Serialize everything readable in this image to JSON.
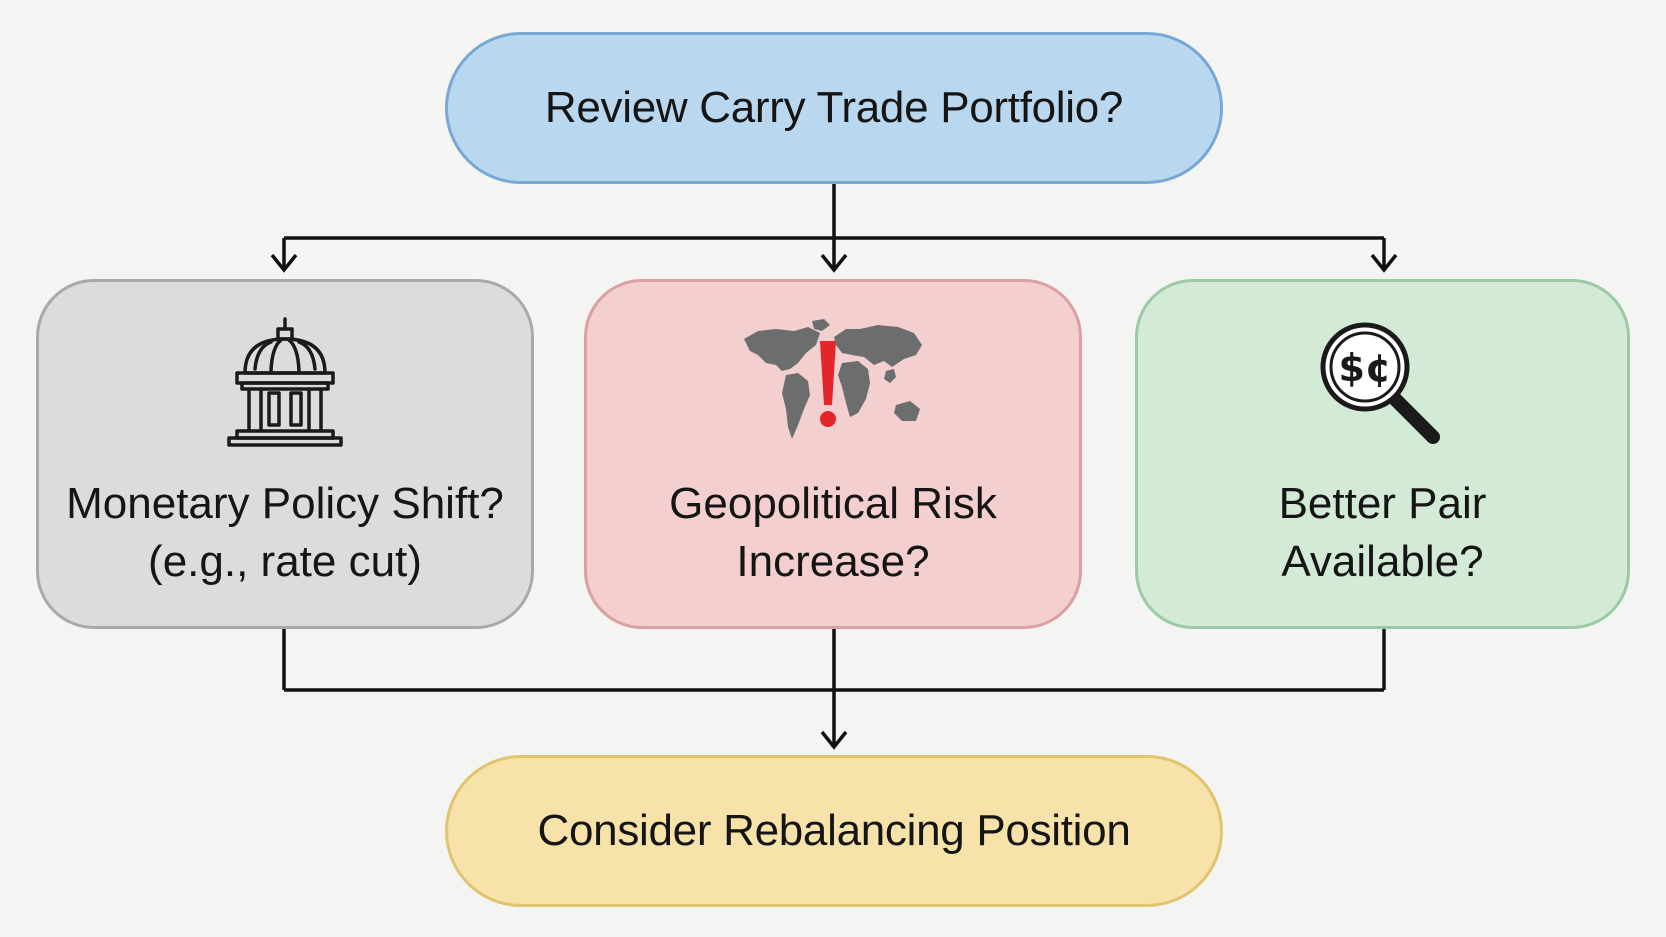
{
  "colors": {
    "background": "#f4f4f2",
    "connector": "#111111",
    "start_fill": "#b9d8ef",
    "start_border": "#79a8d6",
    "monetary_fill": "#dcdcdb",
    "monetary_border": "#a9a9a9",
    "geo_fill": "#f3cfcf",
    "geo_border": "#dba0a2",
    "pair_fill": "#d2ead6",
    "pair_border": "#9ccaa6",
    "end_fill": "#f7e3a9",
    "end_border": "#e2c470",
    "alert_red": "#e3262a"
  },
  "nodes": {
    "start": {
      "label": "Review Carry Trade Portfolio?"
    },
    "monetary": {
      "icon": "central-bank-building-icon",
      "label_line1": "Monetary Policy Shift?",
      "label_line2": "(e.g., rate cut)"
    },
    "geo": {
      "icon": "world-map-alert-icon",
      "label_line1": "Geopolitical Risk",
      "label_line2": "Increase?"
    },
    "pair": {
      "icon": "currency-magnifier-icon",
      "icon_text": "$¢",
      "label_line1": "Better Pair",
      "label_line2": "Available?"
    },
    "end": {
      "label": "Consider Rebalancing Position"
    }
  }
}
